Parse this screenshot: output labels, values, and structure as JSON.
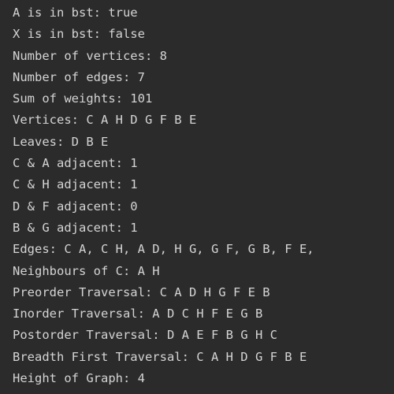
{
  "console": {
    "lines": [
      "A is in bst: true",
      "X is in bst: false",
      "Number of vertices: 8",
      "Number of edges: 7",
      "Sum of weights: 101",
      "Vertices: C A H D G F B E",
      "Leaves: D B E",
      "C & A adjacent: 1",
      "C & H adjacent: 1",
      "D & F adjacent: 0",
      "B & G adjacent: 1",
      "Edges: C A, C H, A D, H G, G F, G B, F E,",
      "Neighbours of C: A H",
      "Preorder Traversal: C A D H G F E B",
      "Inorder Traversal: A D C H F E G B",
      "Postorder Traversal: D A E F B G H C",
      "Breadth First Traversal: C A H D G F B E",
      "Height of Graph: 4"
    ]
  },
  "colors": {
    "background": "#2b2b2b",
    "text": "#d4d4d4"
  }
}
